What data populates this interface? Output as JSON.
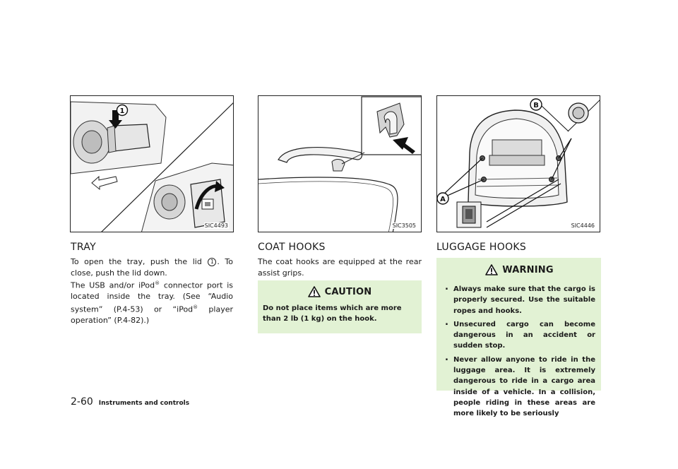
{
  "figures": {
    "tray": {
      "code": "SIC4493",
      "callout": "1"
    },
    "coat": {
      "code": "SIC3505"
    },
    "luggage": {
      "code": "SIC4446",
      "callout_a": "A",
      "callout_b": "B"
    }
  },
  "tray": {
    "heading": "TRAY",
    "p1_before": "To open the tray, push the lid ",
    "p1_callout": "1",
    "p1_after": ". To close, push the lid down.",
    "p2_a": "The USB and/or iPod",
    "p2_b": " connector port is located inside the tray. (See “Audio system” (P.4-53) or “iPod",
    "p2_c": " player operation” (P.4-82).)",
    "reg": "®"
  },
  "coat_hooks": {
    "heading": "COAT HOOKS",
    "text": "The coat hooks are equipped at the rear assist grips.",
    "caution_title": "CAUTION",
    "caution_text": "Do not place items which are more than 2 lb (1 kg) on the hook."
  },
  "luggage_hooks": {
    "heading": "LUGGAGE HOOKS",
    "warning_title": "WARNING",
    "warnings": [
      "Always make sure that the cargo is properly secured. Use the suitable ropes and hooks.",
      "Unsecured cargo can become dangerous in an accident or sudden stop.",
      "Never allow anyone to ride in the luggage area. It is extremely dangerous to ride in a cargo area inside of a vehicle. In a collision, people riding in these areas are more likely to be seriously"
    ]
  },
  "footer": {
    "page": "2-60",
    "section": "Instruments and controls"
  },
  "colors": {
    "note_box": "#e2f2d4",
    "text": "#1a1a1a"
  }
}
